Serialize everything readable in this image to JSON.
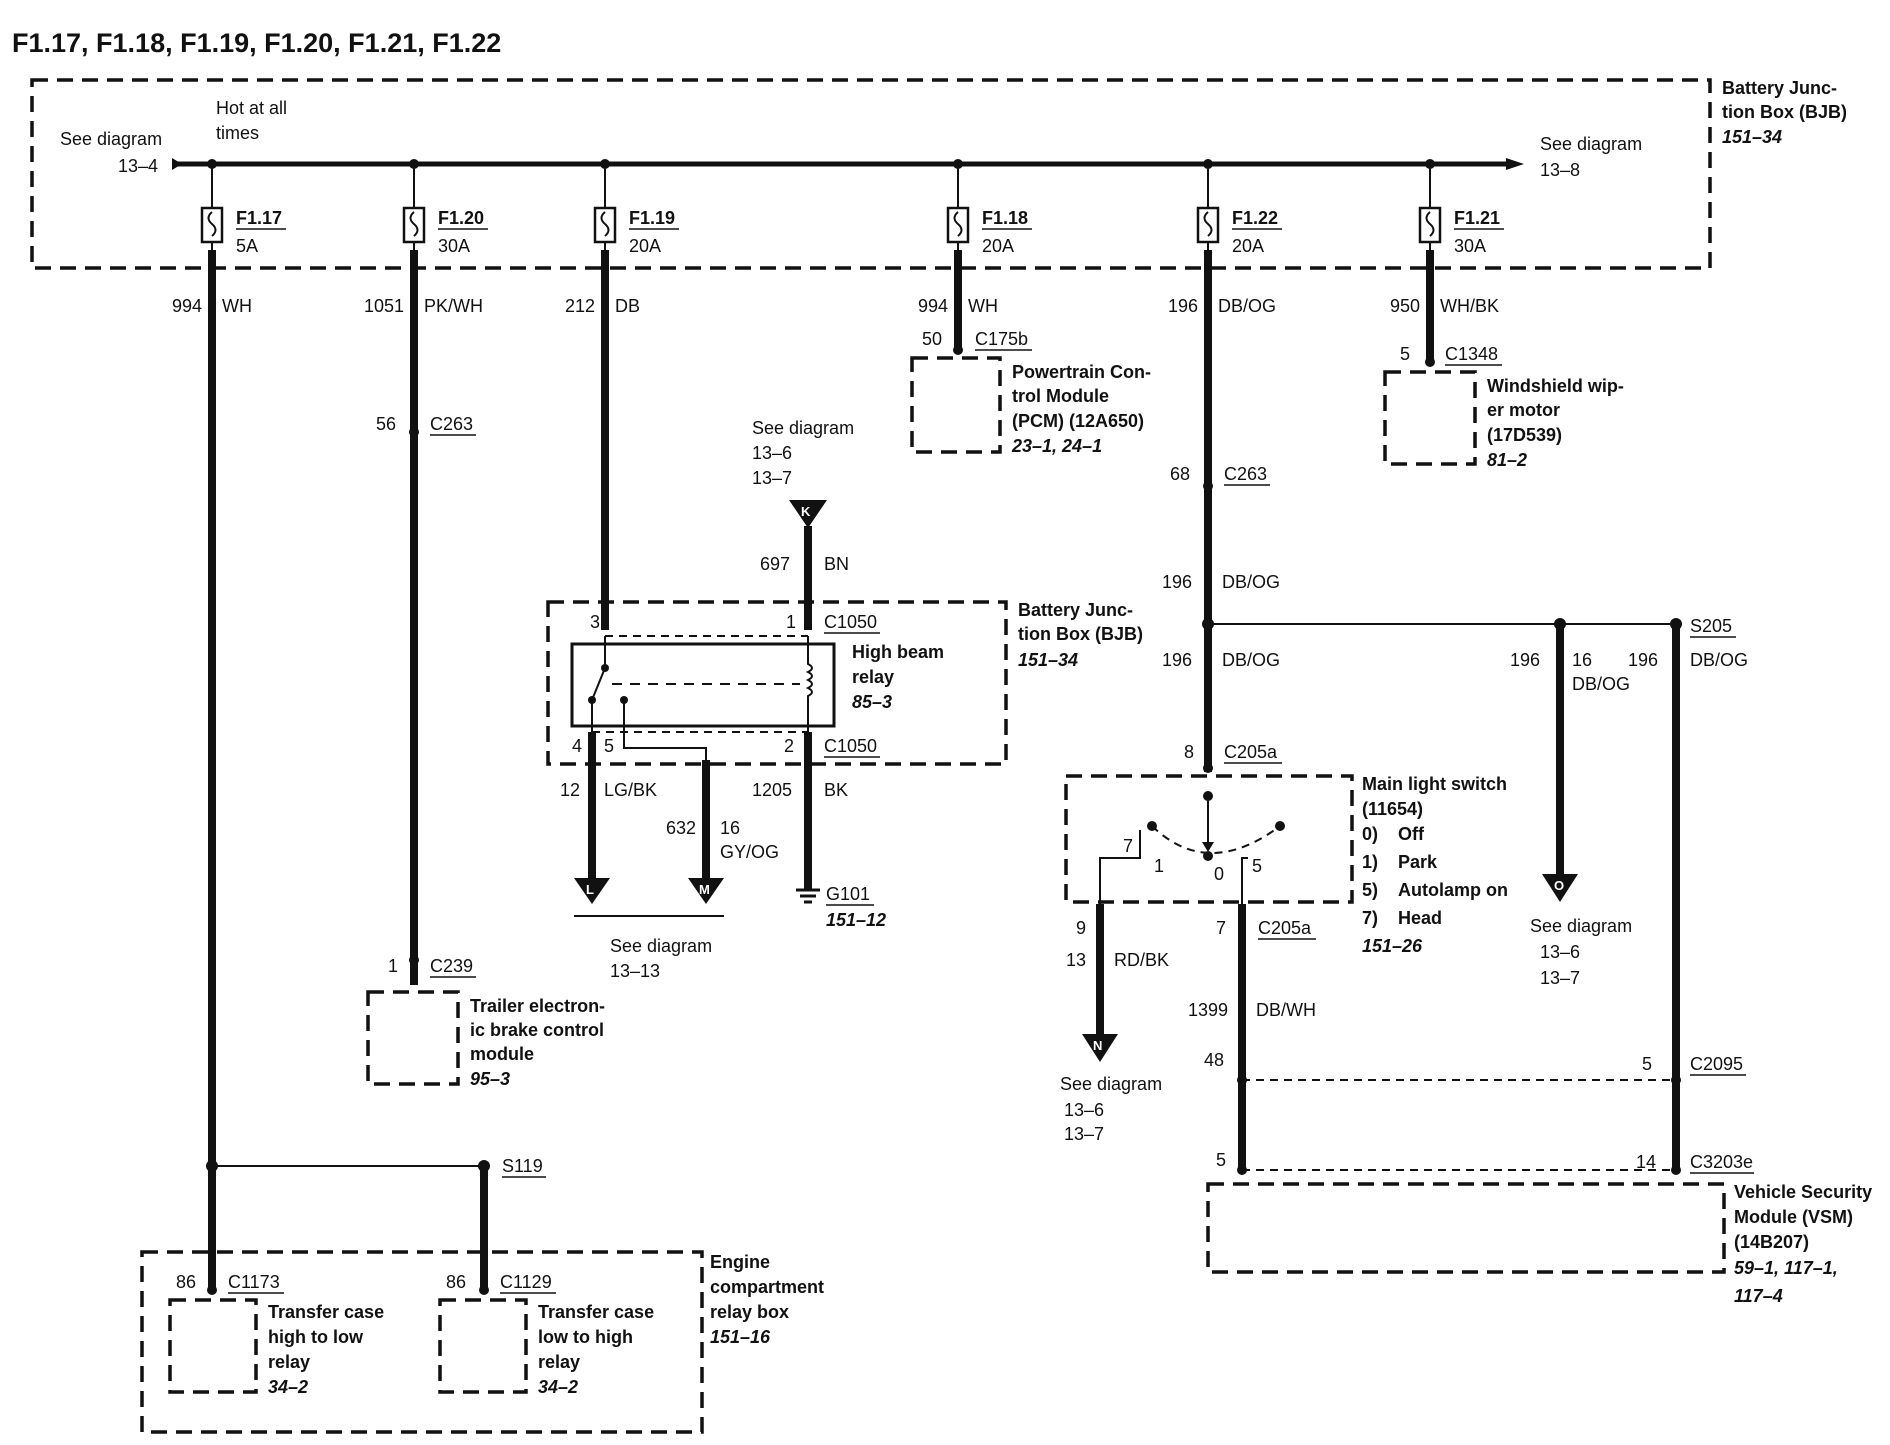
{
  "title": "F1.17, F1.18, F1.19, F1.20, F1.21, F1.22",
  "bjb": {
    "name_line1": "Battery Junc-",
    "name_line2": "tion Box (BJB)",
    "ref": "151–34",
    "hot_line1": "Hot at all",
    "hot_line2": "times",
    "see_left_line1": "See diagram",
    "see_left_line2": "13–4",
    "see_right_line1": "See diagram",
    "see_right_line2": "13–8"
  },
  "fuses": [
    {
      "id": "F1.17",
      "amps": "5A",
      "circuit": "994",
      "color": "WH"
    },
    {
      "id": "F1.20",
      "amps": "30A",
      "circuit": "1051",
      "color": "PK/WH"
    },
    {
      "id": "F1.19",
      "amps": "20A",
      "circuit": "212",
      "color": "DB"
    },
    {
      "id": "F1.18",
      "amps": "20A",
      "circuit": "994",
      "color": "WH"
    },
    {
      "id": "F1.22",
      "amps": "20A",
      "circuit": "196",
      "color": "DB/OG"
    },
    {
      "id": "F1.21",
      "amps": "30A",
      "circuit": "950",
      "color": "WH/BK"
    }
  ],
  "pcm": {
    "pin": "50",
    "connector": "C175b",
    "line1": "Powertrain Con-",
    "line2": "trol Module",
    "line3": "(PCM) (12A650)",
    "ref": "23–1, 24–1"
  },
  "wiper": {
    "pin": "5",
    "connector": "C1348",
    "line1": "Windshield wip-",
    "line2": "er motor",
    "line3": "(17D539)",
    "ref": "81–2"
  },
  "trailer": {
    "inline_pin": "56",
    "inline_connector": "C263",
    "pin": "1",
    "connector": "C239",
    "line1": "Trailer electron-",
    "line2": "ic brake control",
    "line3": "module",
    "ref": "95–3"
  },
  "k_ref": {
    "line1": "See diagram",
    "line2": "13–6",
    "line3": "13–7",
    "marker": "K",
    "circuit": "697",
    "color": "BN"
  },
  "relay": {
    "box_line1": "Battery Junc-",
    "box_line2": "tion Box (BJB)",
    "box_ref": "151–34",
    "name_line1": "High beam",
    "name_line2": "relay",
    "ref": "85–3",
    "pin3": "3",
    "pin1": "1",
    "pin4": "4",
    "pin5": "5",
    "pin2": "2",
    "conn_top": "C1050",
    "conn_bottom": "C1050",
    "out_l_circuit": "12",
    "out_l_color": "LG/BK",
    "marker_l": "L",
    "out_m_circuit": "632",
    "out_m_gauge": "16",
    "out_m_color": "GY/OG",
    "marker_m": "M",
    "gnd_circuit": "1205",
    "gnd_color": "BK",
    "ground": "G101",
    "ground_ref": "151–12",
    "see_line1": "See diagram",
    "see_line2": "13–13"
  },
  "splice_s205": {
    "c263_pin": "68",
    "c263_connector": "C263",
    "circuit_a": "196",
    "color_a": "DB/OG",
    "circuit_b": "196",
    "color_b": "DB/OG",
    "splice": "S205",
    "branch_circuit": "196",
    "branch_gauge": "16",
    "branch_color": "DB/OG",
    "right_circuit": "196",
    "right_color": "DB/OG",
    "marker_o": "O",
    "see_o_line1": "See diagram",
    "see_o_line2": "13–6",
    "see_o_line3": "13–7"
  },
  "mls": {
    "pin_in": "8",
    "conn_in": "C205a",
    "title_line1": "Main light switch",
    "title_line2": "(11654)",
    "pos0": "0)",
    "pos0_label": "Off",
    "pos1": "1)",
    "pos1_label": "Park",
    "pos5": "5)",
    "pos5_label": "Autolamp on",
    "pos7": "7)",
    "pos7_label": "Head",
    "ref": "151–26",
    "contact7": "7",
    "contact1": "1",
    "contact0": "0",
    "contact5": "5",
    "pin9": "9",
    "pin7": "7",
    "conn_out": "C205a",
    "n_circuit": "13",
    "n_color": "RD/BK",
    "marker_n": "N",
    "see_n_line1": "See diagram",
    "see_n_line2": "13–6",
    "see_n_line3": "13–7",
    "vsm_circuit": "1399",
    "vsm_color": "DB/WH"
  },
  "c2095": {
    "pin_left": "48",
    "pin_right": "5",
    "connector": "C2095"
  },
  "vsm": {
    "pin_left": "5",
    "pin_right": "14",
    "connector": "C3203e",
    "line1": "Vehicle Security",
    "line2": "Module (VSM)",
    "line3": "(14B207)",
    "ref_line1": "59–1, 117–1,",
    "ref_line2": "117–4"
  },
  "s119": {
    "splice": "S119"
  },
  "ecrb": {
    "name_line1": "Engine",
    "name_line2": "compartment",
    "name_line3": "relay box",
    "ref": "151–16",
    "relay1_pin": "86",
    "relay1_conn": "C1173",
    "relay1_line1": "Transfer case",
    "relay1_line2": "high to low",
    "relay1_line3": "relay",
    "relay1_ref": "34–2",
    "relay2_pin": "86",
    "relay2_conn": "C1129",
    "relay2_line1": "Transfer case",
    "relay2_line2": "low to high",
    "relay2_line3": "relay",
    "relay2_ref": "34–2"
  }
}
